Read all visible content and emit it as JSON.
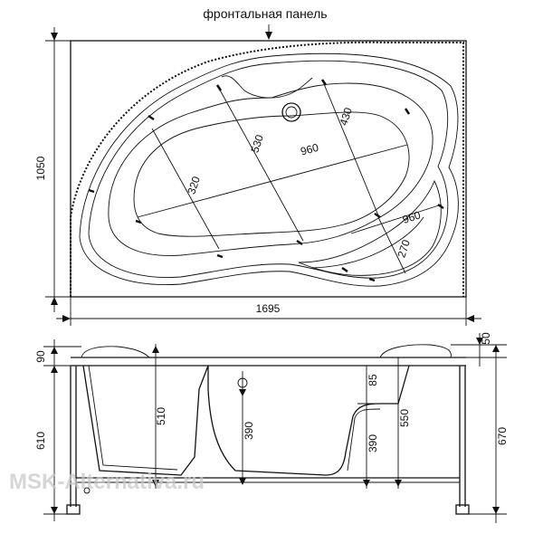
{
  "header": {
    "front_panel_label": "фронтальная панель"
  },
  "top_view": {
    "dim_width": "1695",
    "dim_depth": "1050",
    "dim_bowl_length": "960",
    "dim_bowl_width_left": "320",
    "dim_bowl_width_mid": "530",
    "dim_bowl_width_right": "430",
    "dim_seat_length": "960",
    "dim_seat_width": "270"
  },
  "side_view": {
    "dim_rim_left": "90",
    "dim_inner_depth": "510",
    "dim_drain_height": "390",
    "dim_overflow_offset": "85",
    "dim_seat_height": "390",
    "dim_inner_right": "550",
    "dim_rim_right": "50",
    "dim_height_left": "610",
    "dim_height_total": "670"
  },
  "watermark": {
    "text": "MSK-Alternativa.ru"
  }
}
